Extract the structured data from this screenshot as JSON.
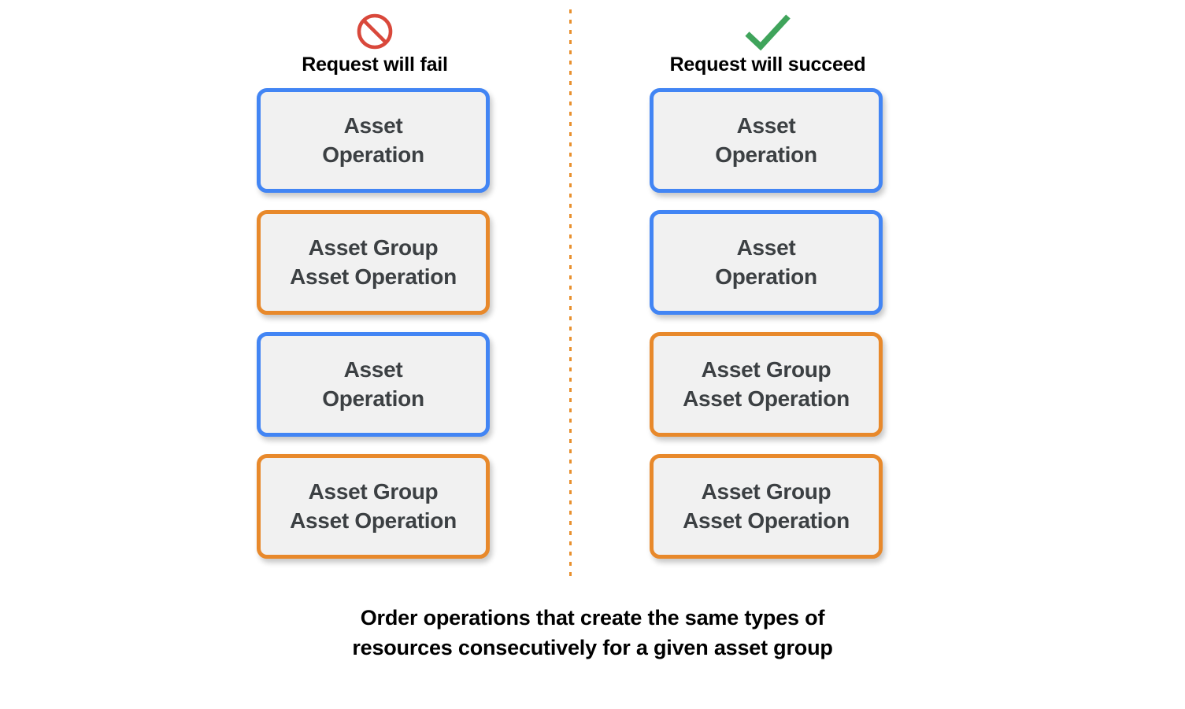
{
  "colors": {
    "blue_border": "#4285f4",
    "orange_border": "#e8892b",
    "card_fill": "#f1f1f1",
    "text": "#3c4043",
    "fail_icon": "#d9483b",
    "success_icon": "#3fa45b",
    "divider": "#e8902e",
    "background": "#ffffff"
  },
  "columns": [
    {
      "id": "fail",
      "icon": "prohibition-icon",
      "label": "Request will fail",
      "cards": [
        {
          "text": "Asset\nOperation",
          "type": "asset",
          "border": "blue"
        },
        {
          "text": "Asset Group\nAsset Operation",
          "type": "asset-group",
          "border": "orange"
        },
        {
          "text": "Asset\nOperation",
          "type": "asset",
          "border": "blue"
        },
        {
          "text": "Asset Group\nAsset Operation",
          "type": "asset-group",
          "border": "orange"
        }
      ]
    },
    {
      "id": "succeed",
      "icon": "checkmark-icon",
      "label": "Request will succeed",
      "cards": [
        {
          "text": "Asset\nOperation",
          "type": "asset",
          "border": "blue"
        },
        {
          "text": "Asset\nOperation",
          "type": "asset",
          "border": "blue"
        },
        {
          "text": "Asset Group\nAsset Operation",
          "type": "asset-group",
          "border": "orange"
        },
        {
          "text": "Asset Group\nAsset Operation",
          "type": "asset-group",
          "border": "orange"
        }
      ]
    }
  ],
  "caption": "Order operations that create the same types of\nresources consecutively for a given asset group"
}
